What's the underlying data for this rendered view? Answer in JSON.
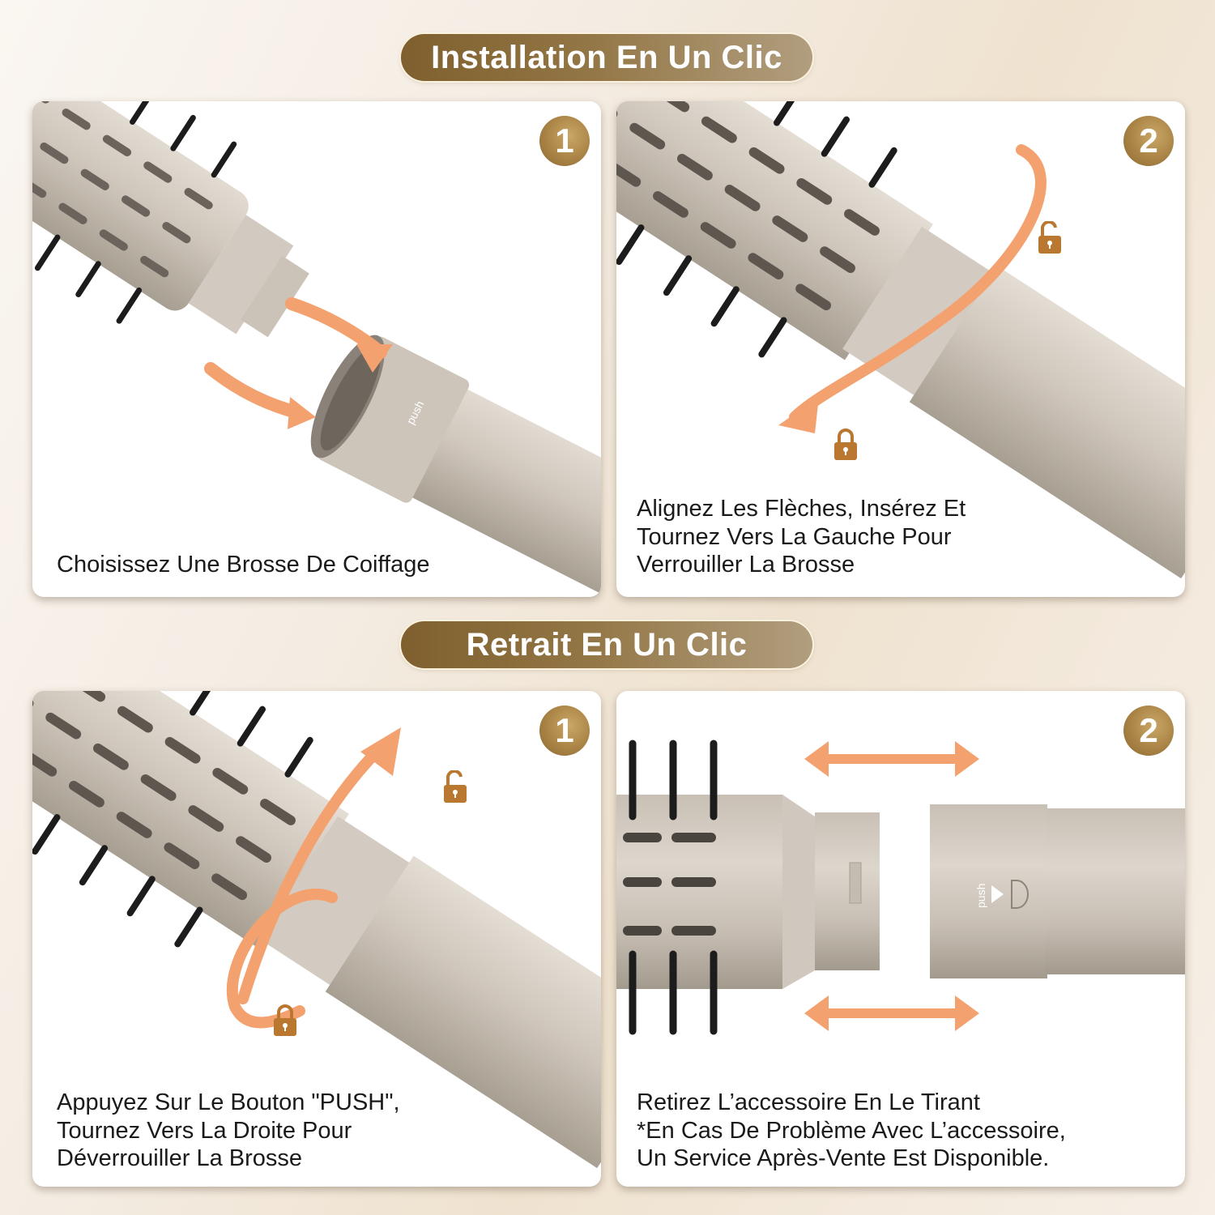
{
  "sections": [
    {
      "title": "Installation En Un Clic",
      "steps": [
        {
          "number": "1",
          "caption": [
            "Choisissez Une Brosse De Coiffage"
          ]
        },
        {
          "number": "2",
          "caption": [
            "Alignez Les Flèches, Insérez Et",
            "Tournez Vers La Gauche Pour",
            "Verrouiller La Brosse"
          ]
        }
      ]
    },
    {
      "title": "Retrait En Un Clic",
      "steps": [
        {
          "number": "1",
          "caption": [
            "Appuyez Sur Le Bouton \"PUSH\",",
            "Tournez Vers La Droite Pour",
            "Déverrouiller La Brosse"
          ]
        },
        {
          "number": "2",
          "caption": [
            "Retirez L’accessoire En Le Tirant",
            "*En Cas De Problème Avec L’accessoire,",
            "Un Service Après-Vente Est Disponible."
          ]
        }
      ]
    }
  ],
  "product_markings": {
    "push_label": "push"
  },
  "colors": {
    "banner_dark": "#7f5f2e",
    "banner_light": "#b19e7f",
    "badge_gold": "#a98345",
    "arrow_orange": "#f4a170",
    "lock_bronze": "#b9772f",
    "barrel": "#cfc7bd",
    "bristle": "#1c1c1c"
  }
}
